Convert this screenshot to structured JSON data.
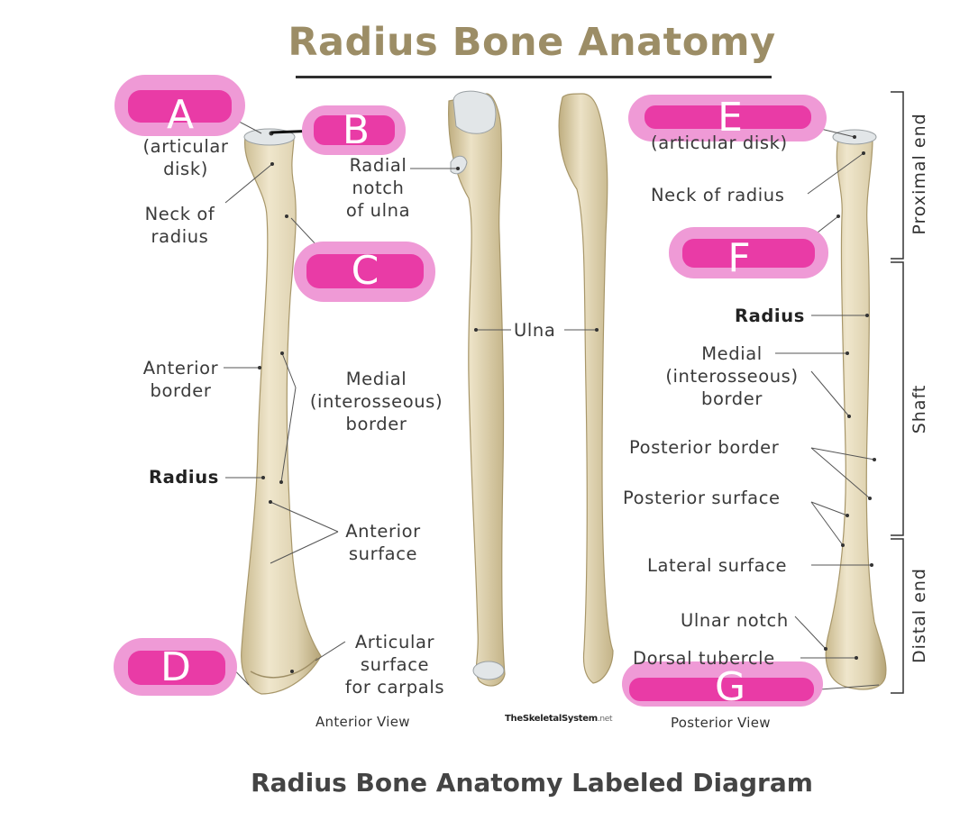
{
  "title": "Radius Bone Anatomy",
  "caption": "Radius Bone Anatomy Labeled Diagram",
  "views": {
    "anterior": "Anterior View",
    "posterior": "Posterior View"
  },
  "watermark": {
    "brand": "TheSkeletalSystem",
    "suffix": ".net"
  },
  "anterior_labels": {
    "articular_disk": "(articular\ndisk)",
    "neck_of_radius": "Neck of\nradius",
    "radial_notch_of_ulna": "Radial\nnotch\nof ulna",
    "anterior_border": "Anterior\nborder",
    "medial_border": "Medial\n(interosseous)\nborder",
    "radius": "Radius",
    "anterior_surface": "Anterior\nsurface",
    "articular_surface": "Articular\nsurface\nfor carpals",
    "ulna": "Ulna"
  },
  "posterior_labels": {
    "articular_disk": "(articular disk)",
    "neck_of_radius": "Neck of radius",
    "radius": "Radius",
    "medial_border": "Medial\n(interosseous)\nborder",
    "posterior_border": "Posterior border",
    "posterior_surface": "Posterior surface",
    "lateral_surface": "Lateral surface",
    "ulnar_notch": "Ulnar notch",
    "dorsal_tubercle": "Dorsal tubercle"
  },
  "regions": {
    "proximal": "Proximal end",
    "shaft": "Shaft",
    "distal": "Distal end"
  },
  "answer_pills": [
    "A",
    "B",
    "C",
    "D",
    "E",
    "F",
    "G"
  ],
  "colors": {
    "title": "#9c8d66",
    "pill_outer": "#ef9ad6",
    "pill_inner": "#e93ba6",
    "bone": "#e6dcc0",
    "bone_shadow": "#b9a97e",
    "cartilage": "#dfe4e6"
  }
}
